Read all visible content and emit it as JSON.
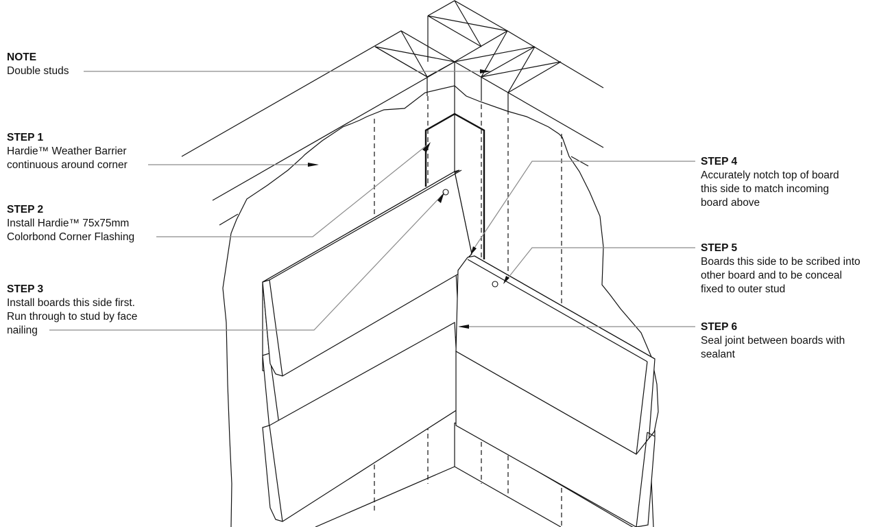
{
  "diagram": {
    "type": "isometric-construction-detail",
    "subject": "External corner weatherboard installation"
  },
  "notes": [
    {
      "id": "note",
      "heading": "NOTE",
      "lines": [
        "Double studs"
      ]
    },
    {
      "id": "step1",
      "heading": "STEP 1",
      "lines": [
        "Hardie™ Weather Barrier",
        "continuous around corner"
      ]
    },
    {
      "id": "step2",
      "heading": "STEP 2",
      "lines": [
        "Install Hardie™ 75x75mm",
        "Colorbond Corner Flashing"
      ]
    },
    {
      "id": "step3",
      "heading": "STEP 3",
      "lines": [
        "Install boards this side first.",
        "Run through to stud by face",
        "nailing"
      ]
    },
    {
      "id": "step4",
      "heading": "STEP 4",
      "lines": [
        "Accurately notch top of board",
        "this side to match incoming",
        "board above"
      ]
    },
    {
      "id": "step5",
      "heading": "STEP 5",
      "lines": [
        "Boards this side to be scribed into",
        "other board and to be conceal",
        "fixed to outer stud"
      ]
    },
    {
      "id": "step6",
      "heading": "STEP 6",
      "lines": [
        "Seal joint between boards with",
        "sealant"
      ]
    }
  ],
  "colors": {
    "line": "#111111",
    "leader": "#8a8a8a",
    "background": "#ffffff"
  }
}
